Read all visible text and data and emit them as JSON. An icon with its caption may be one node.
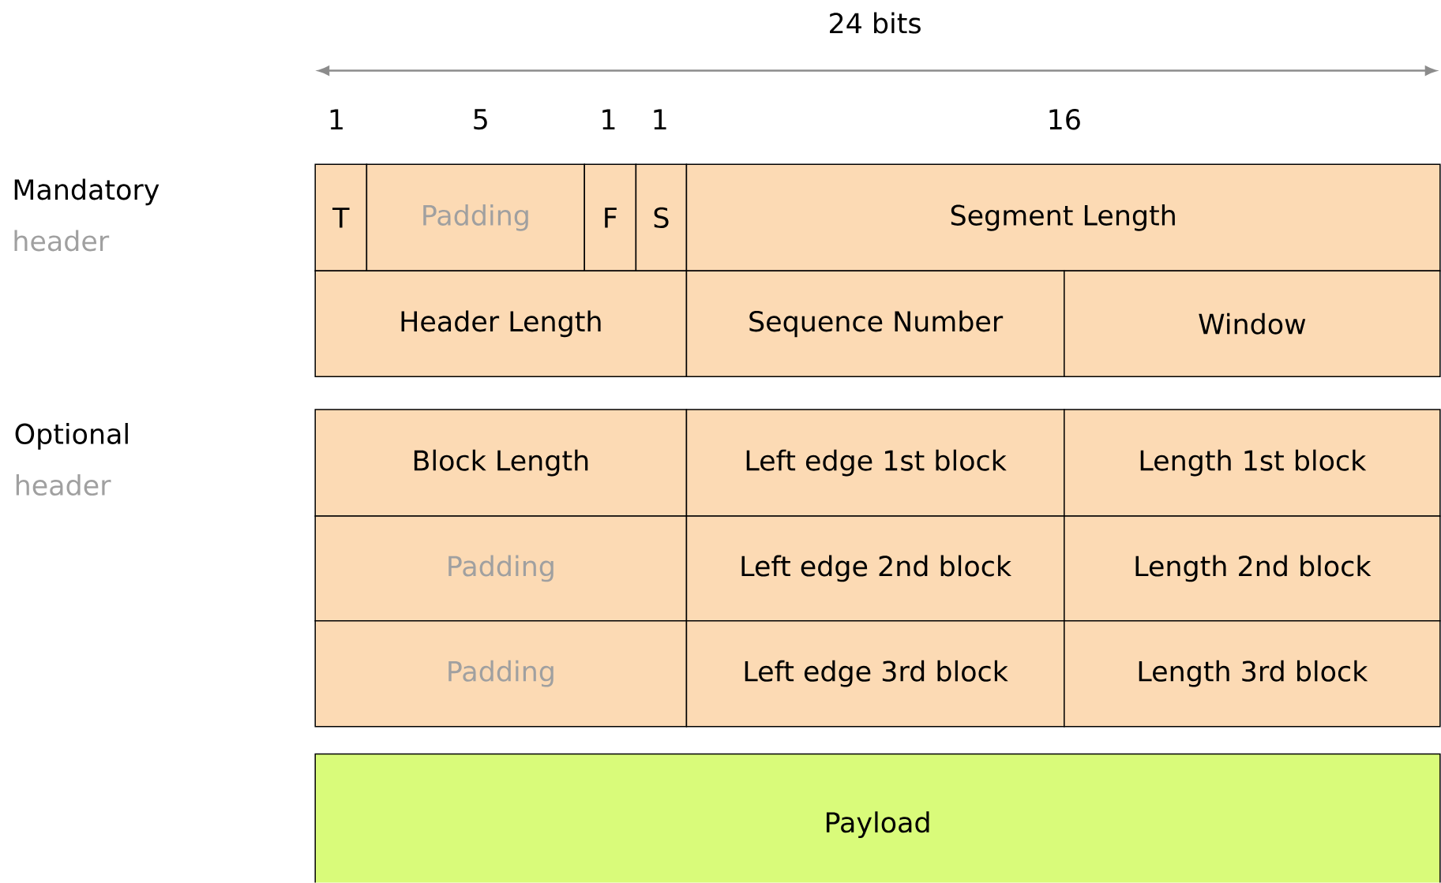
{
  "diagram": {
    "nodes": [
      {
        "text": [
          "T"
        ]
      },
      {
        "text": [
          "Padding"
        ]
      },
      {
        "text": [
          "F"
        ]
      },
      {
        "text": [
          "S"
        ]
      },
      {
        "text": [
          "Segment Length"
        ]
      },
      {
        "text": [
          "Header Length"
        ]
      },
      {
        "text": [
          "Sequence Number"
        ]
      },
      {
        "text": [
          "Window"
        ]
      },
      {
        "text": [
          "Block Length"
        ]
      },
      {
        "text": [
          "Left edge 1st block"
        ]
      },
      {
        "text": [
          "Length 1st block"
        ]
      },
      {
        "text": [
          "Padding"
        ]
      },
      {
        "text": [
          "Left edge 2nd block"
        ]
      },
      {
        "text": [
          "Length 2nd block"
        ]
      },
      {
        "text": [
          "Padding"
        ]
      },
      {
        "text": [
          "Left edge 3rd block"
        ]
      },
      {
        "text": [
          "Length 3rd block"
        ]
      },
      {
        "text": [
          "Payload"
        ]
      }
    ],
    "labels": [
      "24 bits",
      "1",
      "5",
      "1",
      "1",
      "16",
      "Mandatory",
      "header",
      "Optional",
      "header"
    ]
  }
}
